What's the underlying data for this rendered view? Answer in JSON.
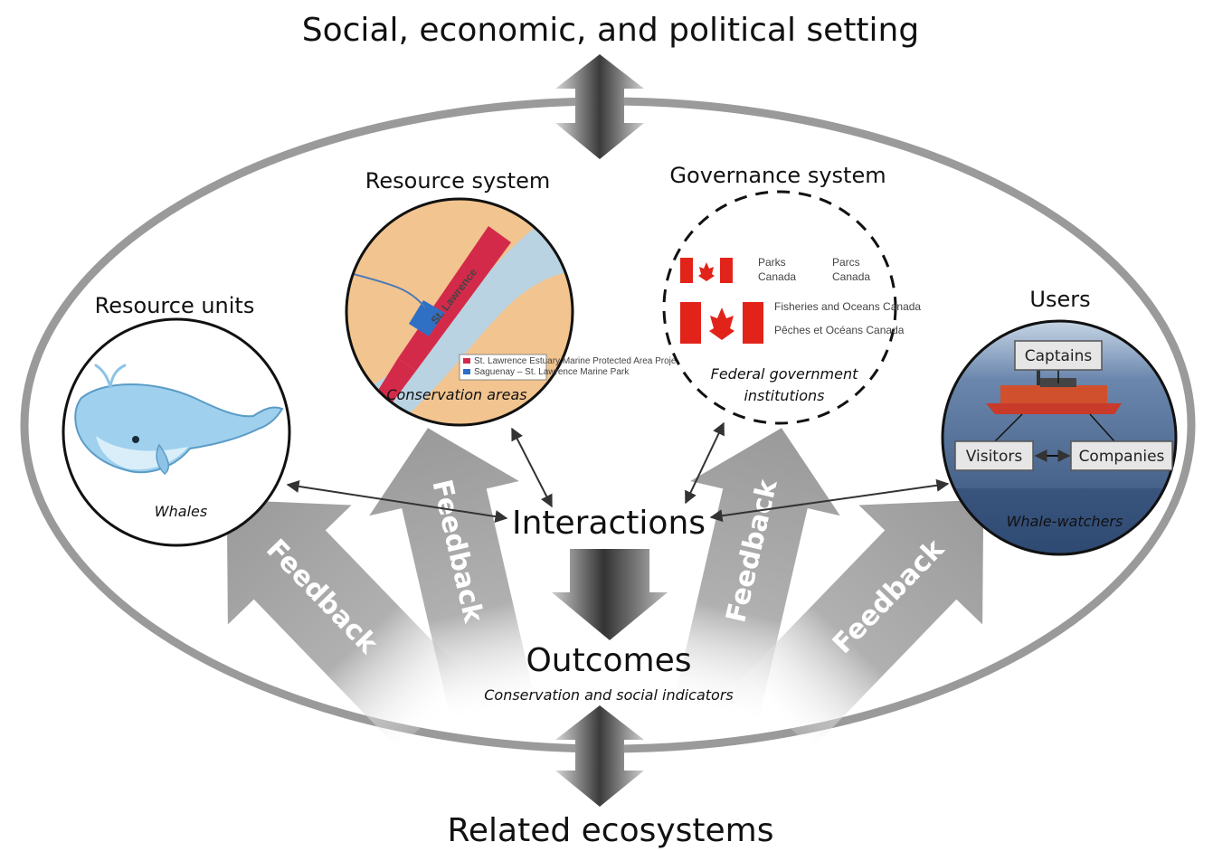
{
  "top_label": "Social, economic, and political setting",
  "bottom_label": "Related ecosystems",
  "interactions_label": "Interactions",
  "outcomes": {
    "title": "Outcomes",
    "subtitle": "Conservation and social indicators"
  },
  "feedback_label": "Feedback",
  "resource_units": {
    "title": "Resource units",
    "caption": "Whales"
  },
  "resource_system": {
    "title": "Resource system",
    "caption": "Conservation areas",
    "river_label": "St. Lawrence",
    "legend": [
      "St. Lawrence Estuary Marine Protected Area Project",
      "Saguenay – St. Lawrence Marine Park"
    ]
  },
  "governance_system": {
    "title": "Governance system",
    "agency1_en": "Parks Canada",
    "agency1_fr": "Parcs Canada",
    "agency2_en": "Fisheries and Oceans Canada",
    "agency2_fr": "Pêches et Océans Canada",
    "caption_line1": "Federal government",
    "caption_line2": "institutions"
  },
  "users": {
    "title": "Users",
    "box_captains": "Captains",
    "box_visitors": "Visitors",
    "box_companies": "Companies",
    "caption": "Whale-watchers"
  },
  "colors": {
    "ellipse": "#9a9a9a",
    "arrow_dark": "#2a2a2a",
    "feedback": "#a8a8a8",
    "map_land": "#f2c48f",
    "map_water": "#b9d3e2",
    "map_red": "#d42a4a",
    "map_blue": "#2f6fc4",
    "flag_red": "#e2231a",
    "sea": "#4b6a93"
  }
}
